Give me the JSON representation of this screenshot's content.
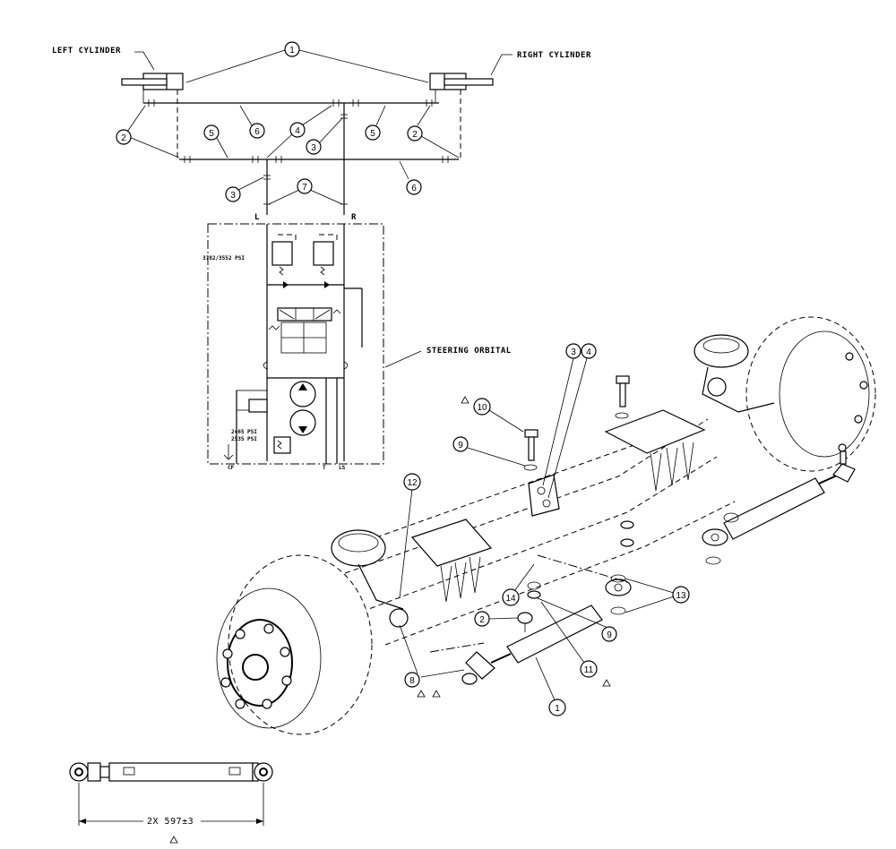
{
  "schematic": {
    "left_cylinder": "LEFT CYLINDER",
    "right_cylinder": "RIGHT CYLINDER",
    "steering_orbital": "STEERING ORBITAL",
    "port_left": "L",
    "port_right": "R",
    "relief_pressure": "3782/3552 PSI",
    "priority_pressure_1": "2465 PSI",
    "priority_pressure_2": "2535 PSI",
    "port_cf": "CF",
    "port_t": "T",
    "port_ls": "LS",
    "callouts": {
      "c1": "1",
      "c2a": "2",
      "c2b": "2",
      "c3a": "3",
      "c3b": "3",
      "c4": "4",
      "c5a": "5",
      "c5b": "5",
      "c6a": "6",
      "c6b": "6",
      "c7": "7"
    }
  },
  "assembly": {
    "callouts": {
      "c3": "3",
      "c4": "4",
      "c10": "10",
      "c9a": "9",
      "c12": "12",
      "c14": "14",
      "c13": "13",
      "c2": "2",
      "c9b": "9",
      "c11": "11",
      "c8": "8",
      "c1": "1"
    }
  },
  "dimension": {
    "text": "2X 597±3"
  }
}
